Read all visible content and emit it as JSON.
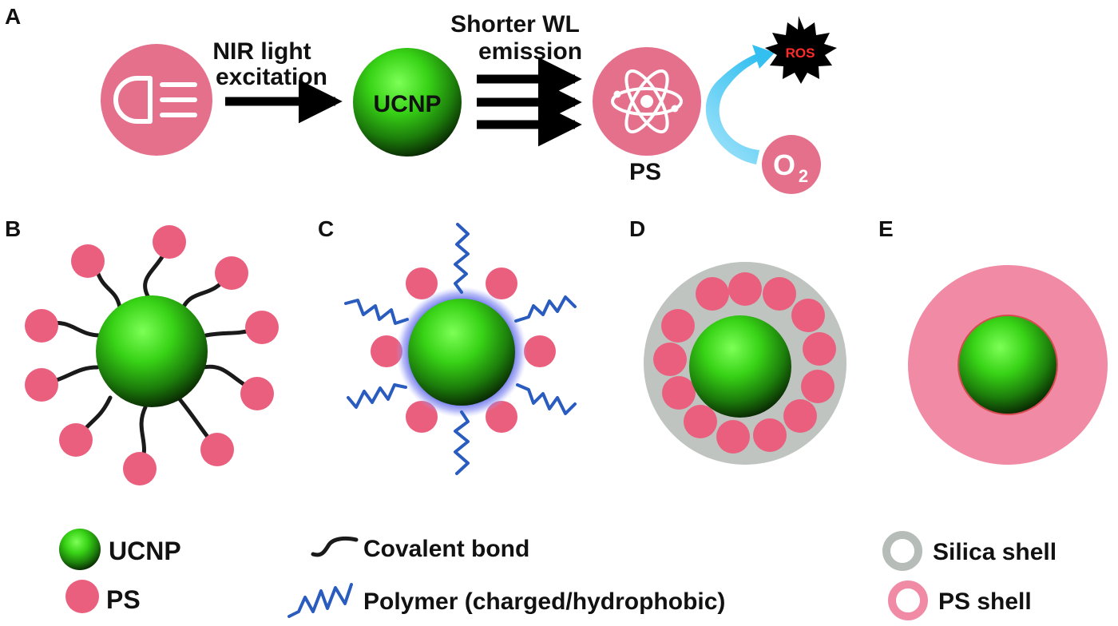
{
  "panels": {
    "a": "A",
    "b": "B",
    "c": "C",
    "d": "D",
    "e": "E"
  },
  "panel_a": {
    "excitation_line1": "NIR light",
    "excitation_line2": "excitation",
    "ucnp_label": "UCNP",
    "emission_line1": "Shorter WL",
    "emission_line2": "emission",
    "ps_label": "PS",
    "ros_label": "ROS",
    "o2_main": "O",
    "o2_sub": "2"
  },
  "legend": {
    "ucnp": "UCNP",
    "ps": "PS",
    "covalent": "Covalent bond",
    "polymer": "Polymer (charged/hydrophobic)",
    "silica": "Silica shell",
    "ps_shell": "PS shell"
  },
  "colors": {
    "ps_pink": "#ea5f7e",
    "light_pink": "#e5708c",
    "ucnp_green": "#37d11a",
    "polymer_blue": "#2a5cc0",
    "silica_gray": "#bfc4c0",
    "ps_shell_pink": "#f08aa5",
    "arrow_cyan": "#47c6ee",
    "ros_red": "#ff2a2a"
  }
}
